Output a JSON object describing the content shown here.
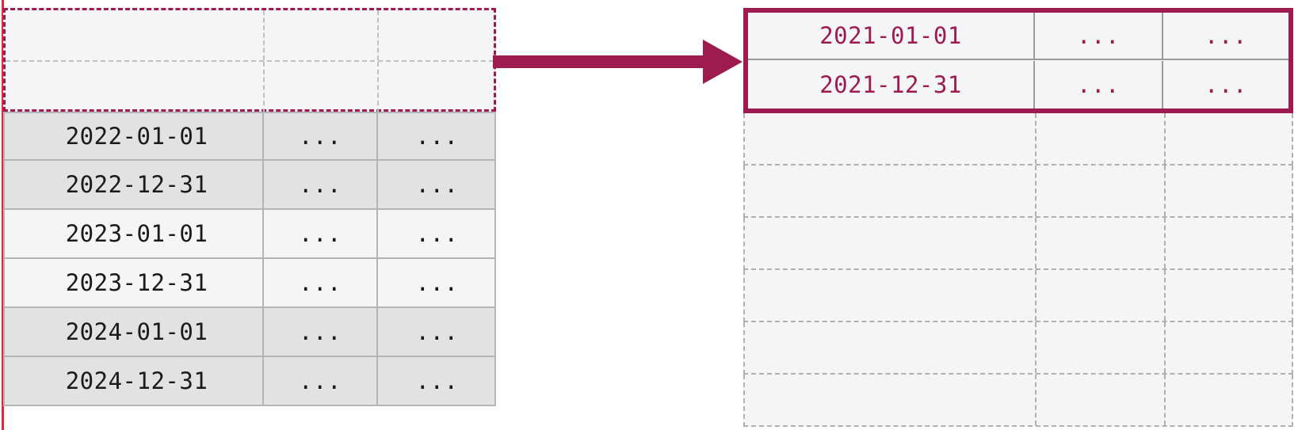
{
  "diagram": {
    "title": "",
    "accent_color": "#9e1b50",
    "source_table": {
      "name": "source-table",
      "ghost_rows": [
        {
          "cells": [
            "",
            "",
            ""
          ]
        },
        {
          "cells": [
            "",
            "",
            ""
          ]
        }
      ],
      "rows": [
        {
          "shade": "dark",
          "cells": [
            "2022-01-01",
            "...",
            "..."
          ]
        },
        {
          "shade": "dark",
          "cells": [
            "2022-12-31",
            "...",
            "..."
          ]
        },
        {
          "shade": "light",
          "cells": [
            "2023-01-01",
            "...",
            "..."
          ]
        },
        {
          "shade": "light",
          "cells": [
            "2023-12-31",
            "...",
            "..."
          ]
        },
        {
          "shade": "dark",
          "cells": [
            "2024-01-01",
            "...",
            "..."
          ]
        },
        {
          "shade": "dark",
          "cells": [
            "2024-12-31",
            "...",
            "..."
          ]
        }
      ]
    },
    "arrow": {
      "name": "flow-arrow",
      "direction": "right",
      "color": "#9e1b50"
    },
    "target_table": {
      "name": "target-table",
      "highlighted_rows": [
        {
          "cells": [
            "2021-01-01",
            "...",
            "..."
          ]
        },
        {
          "cells": [
            "2021-12-31",
            "...",
            "..."
          ]
        }
      ],
      "ghost_rows": [
        {
          "cells": [
            "",
            "",
            ""
          ]
        },
        {
          "cells": [
            "",
            "",
            ""
          ]
        },
        {
          "cells": [
            "",
            "",
            ""
          ]
        },
        {
          "cells": [
            "",
            "",
            ""
          ]
        },
        {
          "cells": [
            "",
            "",
            ""
          ]
        },
        {
          "cells": [
            "",
            "",
            ""
          ]
        }
      ]
    }
  }
}
